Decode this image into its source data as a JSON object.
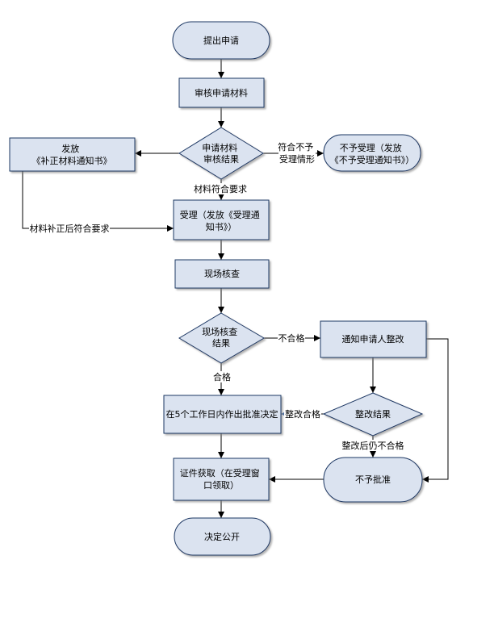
{
  "nodes": {
    "start": {
      "lines": [
        "提出申请"
      ]
    },
    "review": {
      "lines": [
        "审核申请材料"
      ]
    },
    "review_result": {
      "lines": [
        "申请材料",
        "审核结果"
      ]
    },
    "supplement_notice": {
      "lines": [
        "发放",
        "《补正材料通知书》"
      ]
    },
    "reject_accept": {
      "lines": [
        "不予受理（发放",
        "《不予受理通知书》）"
      ]
    },
    "accept": {
      "lines": [
        "受理（发放《受理通",
        "知书》）"
      ]
    },
    "inspection": {
      "lines": [
        "现场核查"
      ]
    },
    "inspection_result": {
      "lines": [
        "现场核查",
        "结果"
      ]
    },
    "rectify_notice": {
      "lines": [
        "通知申请人整改"
      ]
    },
    "rectify_result": {
      "lines": [
        "整改结果"
      ]
    },
    "approve": {
      "lines": [
        "在5个工作日内作出批准决定"
      ]
    },
    "reject_approve": {
      "lines": [
        "不予批准"
      ]
    },
    "certificate": {
      "lines": [
        "证件获取（在受理窗",
        "口领取）"
      ]
    },
    "publish": {
      "lines": [
        "决定公开"
      ]
    }
  },
  "edge_labels": {
    "meets_reject": [
      "符合不予",
      "受理情形"
    ],
    "materials_ok": "材料符合要求",
    "supplement_ok": "材料补正后符合要求",
    "fail": "不合格",
    "pass": "合格",
    "rectify_pass": "整改合格",
    "rectify_fail": "整改后仍不合格"
  },
  "colors": {
    "node_fill": "#dbe3f0",
    "node_stroke": "#1f3864",
    "line": "#000000",
    "accent_arrow": "#4a6fa5"
  }
}
